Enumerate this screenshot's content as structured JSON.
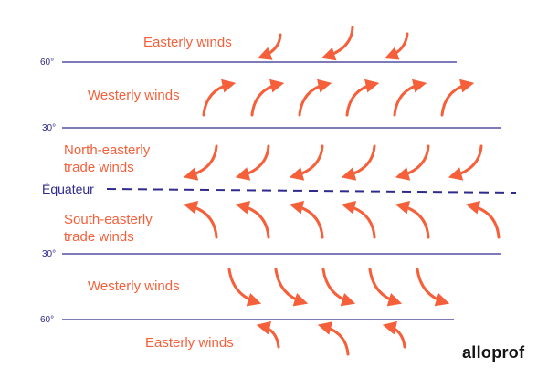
{
  "latitudes": {
    "north_60": "60°",
    "north_30": "30°",
    "south_30": "30°",
    "south_60": "60°"
  },
  "equator": "Équateur",
  "zones": {
    "north_easterly": "Easterly winds",
    "north_westerly": "Westerly winds",
    "north_trade_line1": "North-easterly",
    "north_trade_line2": "trade winds",
    "south_trade_line1": "South-easterly",
    "south_trade_line2": "trade winds",
    "south_westerly": "Westerly winds",
    "south_easterly": "Easterly winds"
  },
  "brand": "alloprof",
  "colors": {
    "arrow": "#f5603a",
    "line": "#2e2b8c",
    "text_accent": "#f5603a",
    "brand": "#141414"
  }
}
